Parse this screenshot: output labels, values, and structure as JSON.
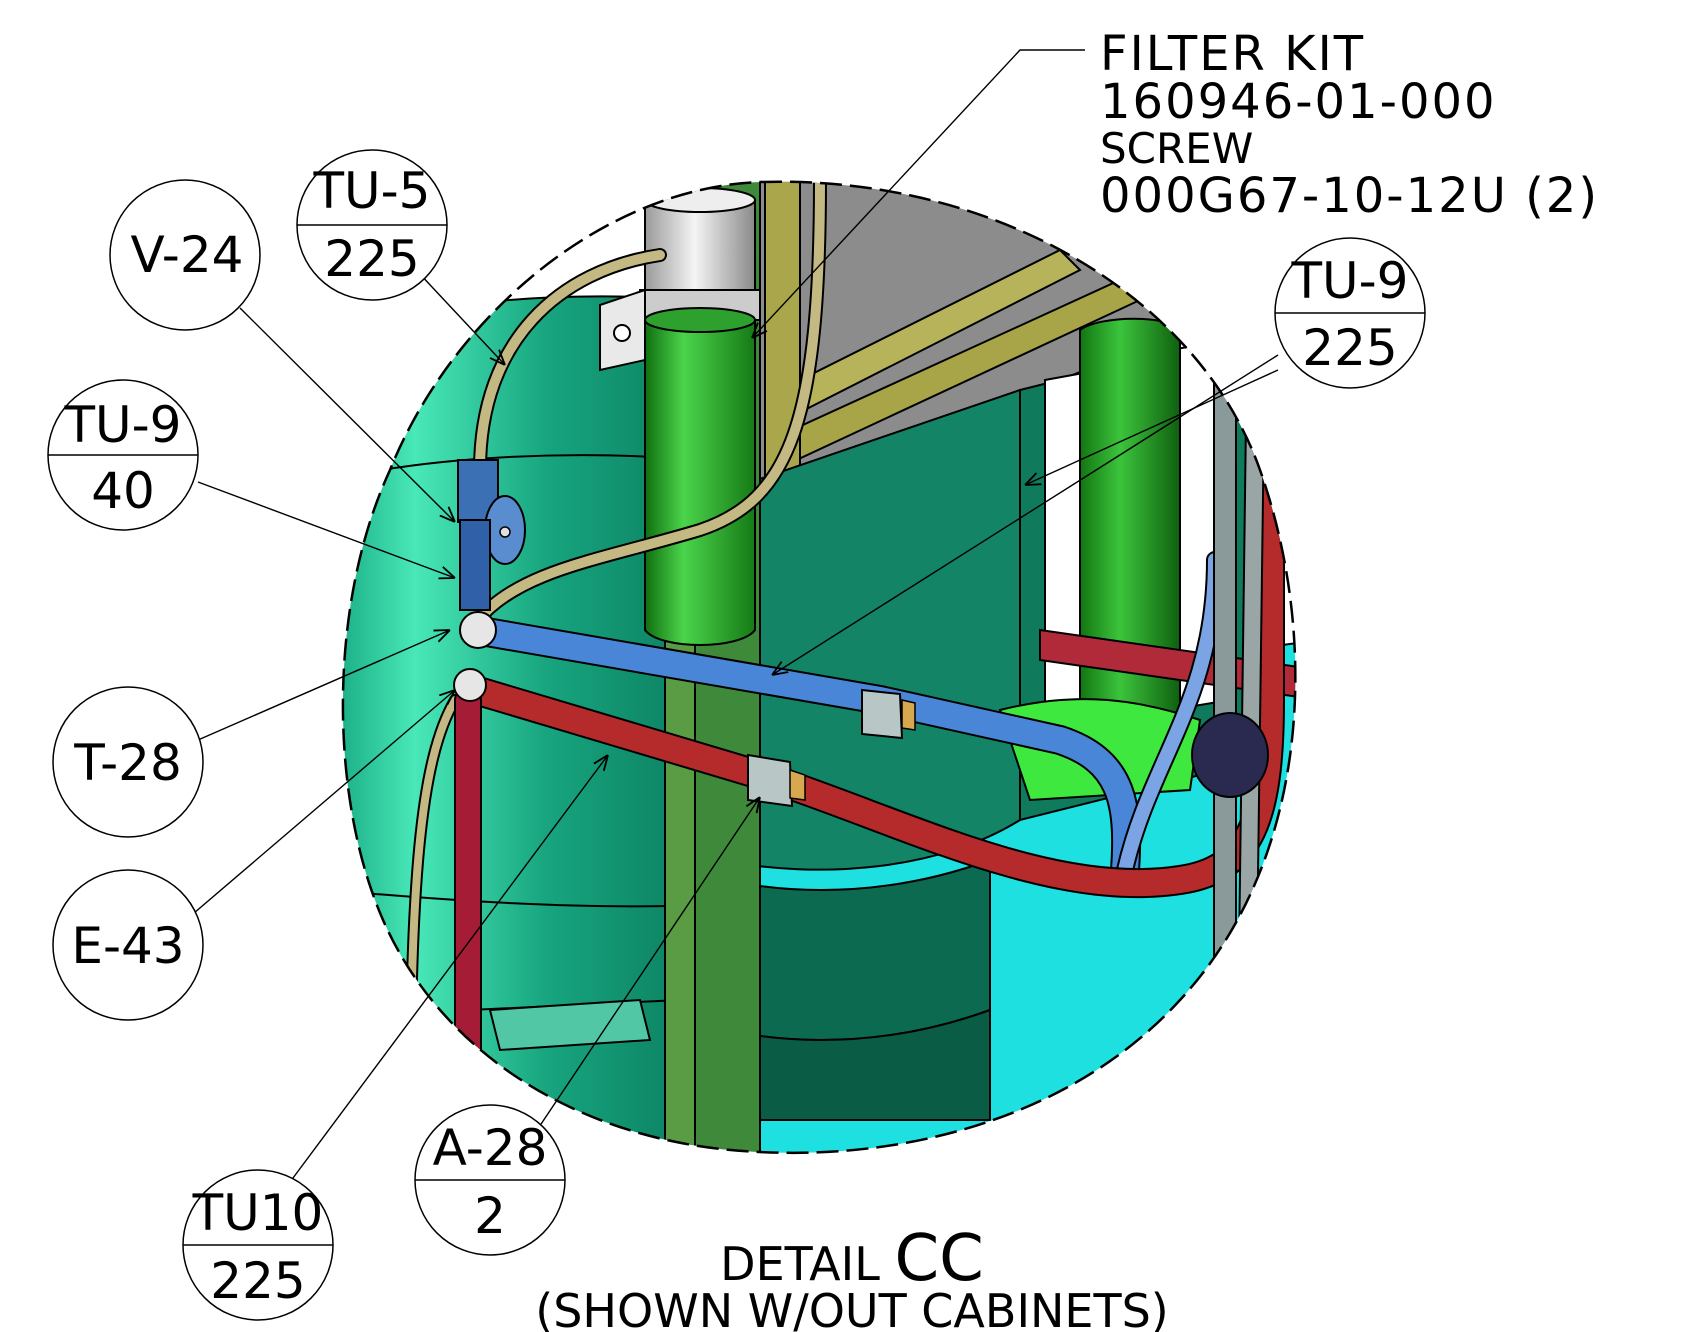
{
  "colors": {
    "tank_green": "#1aa37e",
    "filter_green": "#2fb02f",
    "floor_cyan": "#1ee0e0",
    "cold_blue": "#4a86d8",
    "hot_red": "#b52a2a",
    "braided_tube": "#b8ad7a",
    "steel_gray": "#8a8a8a"
  },
  "callouts": {
    "filter_kit_label": "FILTER KIT",
    "filter_kit_part": "160946-01-000",
    "screw_label": "SCREW",
    "screw_part": "000G67-10-12U (2)"
  },
  "balloons": {
    "v24": "V-24",
    "tu5": {
      "item": "TU-5",
      "qty": "225"
    },
    "tu9_left": {
      "item": "TU-9",
      "qty": "40"
    },
    "tu9_right": {
      "item": "TU-9",
      "qty": "225"
    },
    "t28": "T-28",
    "e43": "E-43",
    "a28": {
      "item": "A-28",
      "qty": "2"
    },
    "tu10": {
      "item": "TU10",
      "qty": "225"
    }
  },
  "detail": {
    "prefix": "DETAIL ",
    "letter": "CC",
    "subtitle": "(SHOWN W/OUT CABINETS)"
  }
}
